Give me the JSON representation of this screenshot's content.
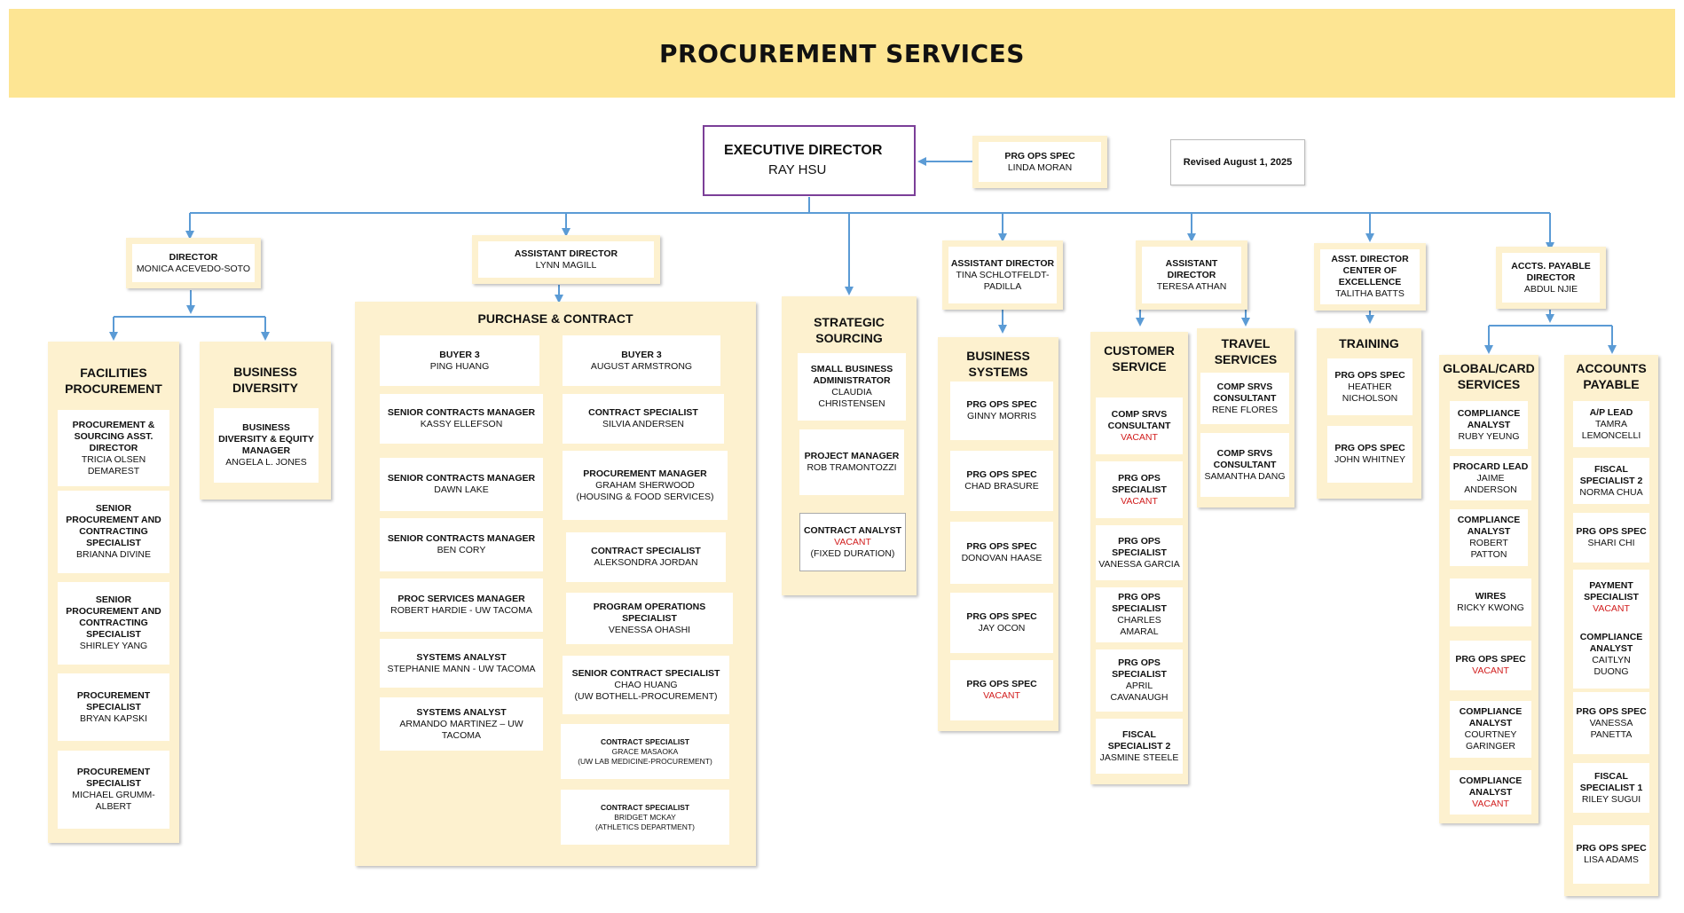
{
  "title": "PROCUREMENT SERVICES",
  "revised": "Revised August 1, 2025",
  "executive": {
    "title": "EXECUTIVE DIRECTOR",
    "name": "RAY HSU"
  },
  "exec_assistant": {
    "title": "PRG OPS SPEC",
    "name": "LINDA MORAN"
  },
  "heads": {
    "director": {
      "title": "DIRECTOR",
      "name": "MONICA ACEVEDO-SOTO"
    },
    "assistant_director_magill": {
      "title": "ASSISTANT DIRECTOR",
      "name": "LYNN MAGILL"
    },
    "assistant_director_padilla": {
      "title": "ASSISTANT DIRECTOR",
      "name": "TINA SCHLOTFELDT-PADILLA"
    },
    "assistant_director_athan": {
      "title": "ASSISTANT DIRECTOR",
      "name": "TERESA ATHAN"
    },
    "asst_director_coe": {
      "title": "ASST. DIRECTOR CENTER OF EXCELLENCE",
      "name": "TALITHA BATTS"
    },
    "ap_director": {
      "title": "ACCTS. PAYABLE DIRECTOR",
      "name": "ABDUL NJIE"
    }
  },
  "vacant_label": "VACANT",
  "facilities": {
    "title": "FACILITIES PROCUREMENT",
    "cards": [
      {
        "title": "PROCUREMENT & SOURCING ASST. DIRECTOR",
        "name": "TRICIA OLSEN DEMAREST"
      },
      {
        "title": "SENIOR PROCUREMENT AND CONTRACTING SPECIALIST",
        "name": "BRIANNA DIVINE"
      },
      {
        "title": "SENIOR PROCUREMENT AND CONTRACTING SPECIALIST",
        "name": "SHIRLEY YANG"
      },
      {
        "title": "PROCUREMENT SPECIALIST",
        "name": "BRYAN KAPSKI"
      },
      {
        "title": "PROCUREMENT SPECIALIST",
        "name": "MICHAEL GRUMM-ALBERT"
      }
    ]
  },
  "diversity": {
    "title": "BUSINESS DIVERSITY",
    "cards": [
      {
        "title": "BUSINESS DIVERSITY & EQUITY MANAGER",
        "name": "ANGELA L. JONES"
      }
    ]
  },
  "purchase": {
    "title": "PURCHASE & CONTRACT",
    "left": [
      {
        "title": "BUYER 3",
        "name": "PING HUANG"
      },
      {
        "title": "SENIOR CONTRACTS MANAGER",
        "name": "KASSY ELLEFSON"
      },
      {
        "title": "SENIOR CONTRACTS MANAGER",
        "name": "DAWN LAKE"
      },
      {
        "title": "SENIOR CONTRACTS MANAGER",
        "name": "BEN CORY"
      },
      {
        "title": "PROC SERVICES MANAGER",
        "name": "ROBERT HARDIE - UW TACOMA"
      },
      {
        "title": "SYSTEMS ANALYST",
        "name": "STEPHANIE MANN - UW TACOMA"
      },
      {
        "title": "SYSTEMS ANALYST",
        "name": "ARMANDO MARTINEZ – UW TACOMA"
      }
    ],
    "right": [
      {
        "title": "BUYER 3",
        "name": "AUGUST ARMSTRONG"
      },
      {
        "title": "CONTRACT SPECIALIST",
        "name": "SILVIA ANDERSEN"
      },
      {
        "title": "PROCUREMENT MANAGER",
        "name": "GRAHAM SHERWOOD",
        "note": "(HOUSING & FOOD SERVICES)"
      },
      {
        "title": "CONTRACT SPECIALIST",
        "name": "ALEKSONDRA JORDAN"
      },
      {
        "title": "PROGRAM OPERATIONS SPECIALIST",
        "name": "VENESSA OHASHI"
      },
      {
        "title": "SENIOR CONTRACT SPECIALIST",
        "name": "CHAO HUANG",
        "note": "(UW BOTHELL-PROCUREMENT)"
      },
      {
        "title": "CONTRACT SPECIALIST",
        "name": "GRACE MASAOKA",
        "note": "(UW LAB MEDICINE-PROCUREMENT)"
      },
      {
        "title": "CONTRACT SPECIALIST",
        "name": "BRIDGET MCKAY",
        "note": "(ATHLETICS DEPARTMENT)"
      }
    ]
  },
  "strategic": {
    "title": "STRATEGIC SOURCING",
    "cards": [
      {
        "title": "SMALL BUSINESS ADMINISTRATOR",
        "name": "CLAUDIA CHRISTENSEN"
      },
      {
        "title": "PROJECT MANAGER",
        "name": "ROB TRAMONTOZZI"
      },
      {
        "title": "CONTRACT ANALYST",
        "vacant": true,
        "note": "(FIXED DURATION)"
      }
    ]
  },
  "business_systems": {
    "title": "BUSINESS SYSTEMS",
    "cards": [
      {
        "title": "PRG OPS SPEC",
        "name": "GINNY MORRIS"
      },
      {
        "title": "PRG OPS SPEC",
        "name": "CHAD BRASURE"
      },
      {
        "title": "PRG OPS SPEC",
        "name": "DONOVAN HAASE"
      },
      {
        "title": "PRG OPS SPEC",
        "name": "JAY OCON"
      },
      {
        "title": "PRG OPS SPEC",
        "vacant": true
      }
    ]
  },
  "customer_service": {
    "title": "CUSTOMER SERVICE",
    "cards": [
      {
        "title": "COMP SRVS CONSULTANT",
        "vacant": true
      },
      {
        "title": "PRG OPS SPECIALIST",
        "vacant": true
      },
      {
        "title": "PRG OPS SPECIALIST",
        "name": "VANESSA GARCIA"
      },
      {
        "title": "PRG OPS SPECIALIST",
        "name": "CHARLES AMARAL"
      },
      {
        "title": "PRG OPS SPECIALIST",
        "name": "APRIL CAVANAUGH"
      },
      {
        "title": "FISCAL SPECIALIST 2",
        "name": "JASMINE STEELE"
      }
    ]
  },
  "travel": {
    "title": "TRAVEL SERVICES",
    "cards": [
      {
        "title": "COMP SRVS CONSULTANT",
        "name": "RENE FLORES"
      },
      {
        "title": "COMP SRVS CONSULTANT",
        "name": "SAMANTHA DANG"
      }
    ]
  },
  "training": {
    "title": "TRAINING",
    "cards": [
      {
        "title": "PRG OPS SPEC",
        "name": "HEATHER NICHOLSON"
      },
      {
        "title": "PRG OPS SPEC",
        "name": "JOHN WHITNEY"
      }
    ]
  },
  "global_card": {
    "title": "GLOBAL/CARD SERVICES",
    "cards": [
      {
        "title": "COMPLIANCE ANALYST",
        "name": "RUBY YEUNG"
      },
      {
        "title": "PROCARD LEAD",
        "name": "JAIME ANDERSON"
      },
      {
        "title": "COMPLIANCE ANALYST",
        "name": "ROBERT PATTON"
      },
      {
        "title": "WIRES",
        "name": "RICKY KWONG"
      },
      {
        "title": "PRG OPS SPEC",
        "vacant": true
      },
      {
        "title": "COMPLIANCE ANALYST",
        "name": "COURTNEY GARINGER"
      },
      {
        "title": "COMPLIANCE ANALYST",
        "vacant": true
      }
    ]
  },
  "accounts_payable": {
    "title": "ACCOUNTS PAYABLE",
    "cards": [
      {
        "title": "A/P LEAD",
        "name": "TAMRA LEMONCELLI"
      },
      {
        "title": "FISCAL SPECIALIST 2",
        "name": "NORMA CHUA"
      },
      {
        "title": "PRG OPS SPEC",
        "name": "SHARI CHI"
      },
      {
        "title": "PAYMENT SPECIALIST",
        "vacant": true
      },
      {
        "title": "COMPLIANCE ANALYST",
        "name": "CAITLYN DUONG"
      },
      {
        "title": "PRG OPS SPEC",
        "name": "VANESSA PANETTA"
      },
      {
        "title": "FISCAL SPECIALIST 1",
        "name": "RILEY SUGUI"
      },
      {
        "title": "PRG OPS SPEC",
        "name": "LISA ADAMS"
      }
    ]
  }
}
